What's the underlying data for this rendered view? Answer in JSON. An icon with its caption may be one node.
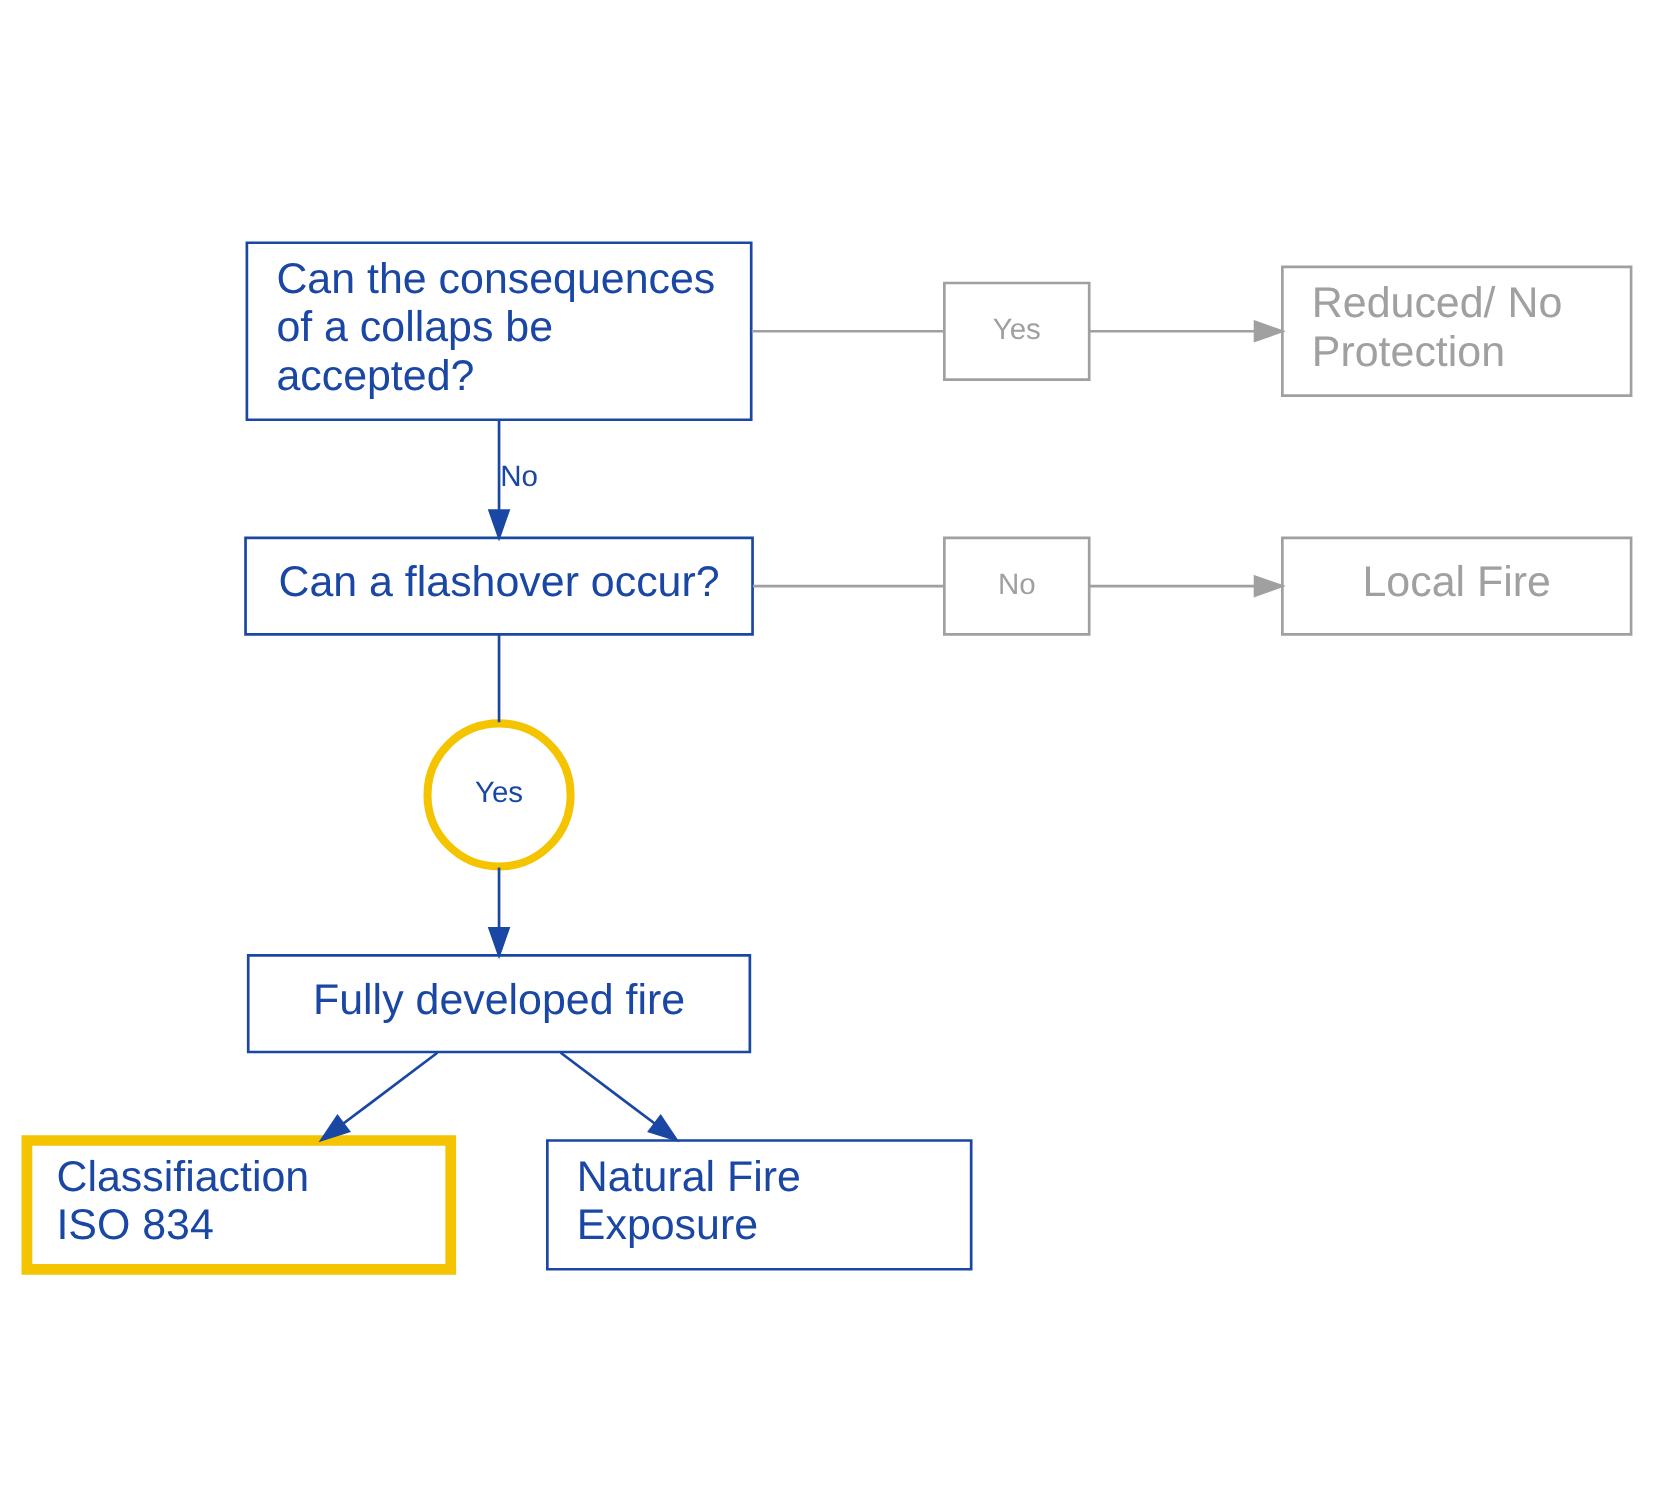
{
  "diagram": {
    "nodes": [
      {
        "text": [
          "Can the consequences of a collaps be accepted?"
        ]
      },
      {
        "text": [
          "Yes"
        ]
      },
      {
        "text": [
          "Reduced/ No Protection"
        ]
      },
      {
        "text": [
          "Can a flashover occur?"
        ]
      },
      {
        "text": [
          "No"
        ]
      },
      {
        "text": [
          "Local Fire"
        ]
      },
      {
        "text": [
          "Yes"
        ]
      },
      {
        "text": [
          "Fully developed fire"
        ]
      },
      {
        "text": [
          "Classifiaction ISO 834"
        ]
      },
      {
        "text": [
          "Natural Fire Exposure"
        ]
      }
    ],
    "edges": [
      {
        "from": 0,
        "to": 1,
        "arrow": "none",
        "color": "#a0a0a0"
      },
      {
        "from": 1,
        "to": 2,
        "arrow": "to",
        "color": "#a0a0a0"
      },
      {
        "from": 0,
        "to": 3,
        "arrow": "to",
        "label": "No"
      },
      {
        "from": 3,
        "to": 4,
        "arrow": "none",
        "color": "#a0a0a0"
      },
      {
        "from": 4,
        "to": 5,
        "arrow": "to",
        "color": "#a0a0a0"
      },
      {
        "from": 3,
        "to": 6,
        "arrow": "none"
      },
      {
        "from": 6,
        "to": 7,
        "arrow": "to"
      },
      {
        "from": 7,
        "to": 8,
        "arrow": "to"
      },
      {
        "from": 7,
        "to": 9,
        "arrow": "to"
      }
    ]
  }
}
